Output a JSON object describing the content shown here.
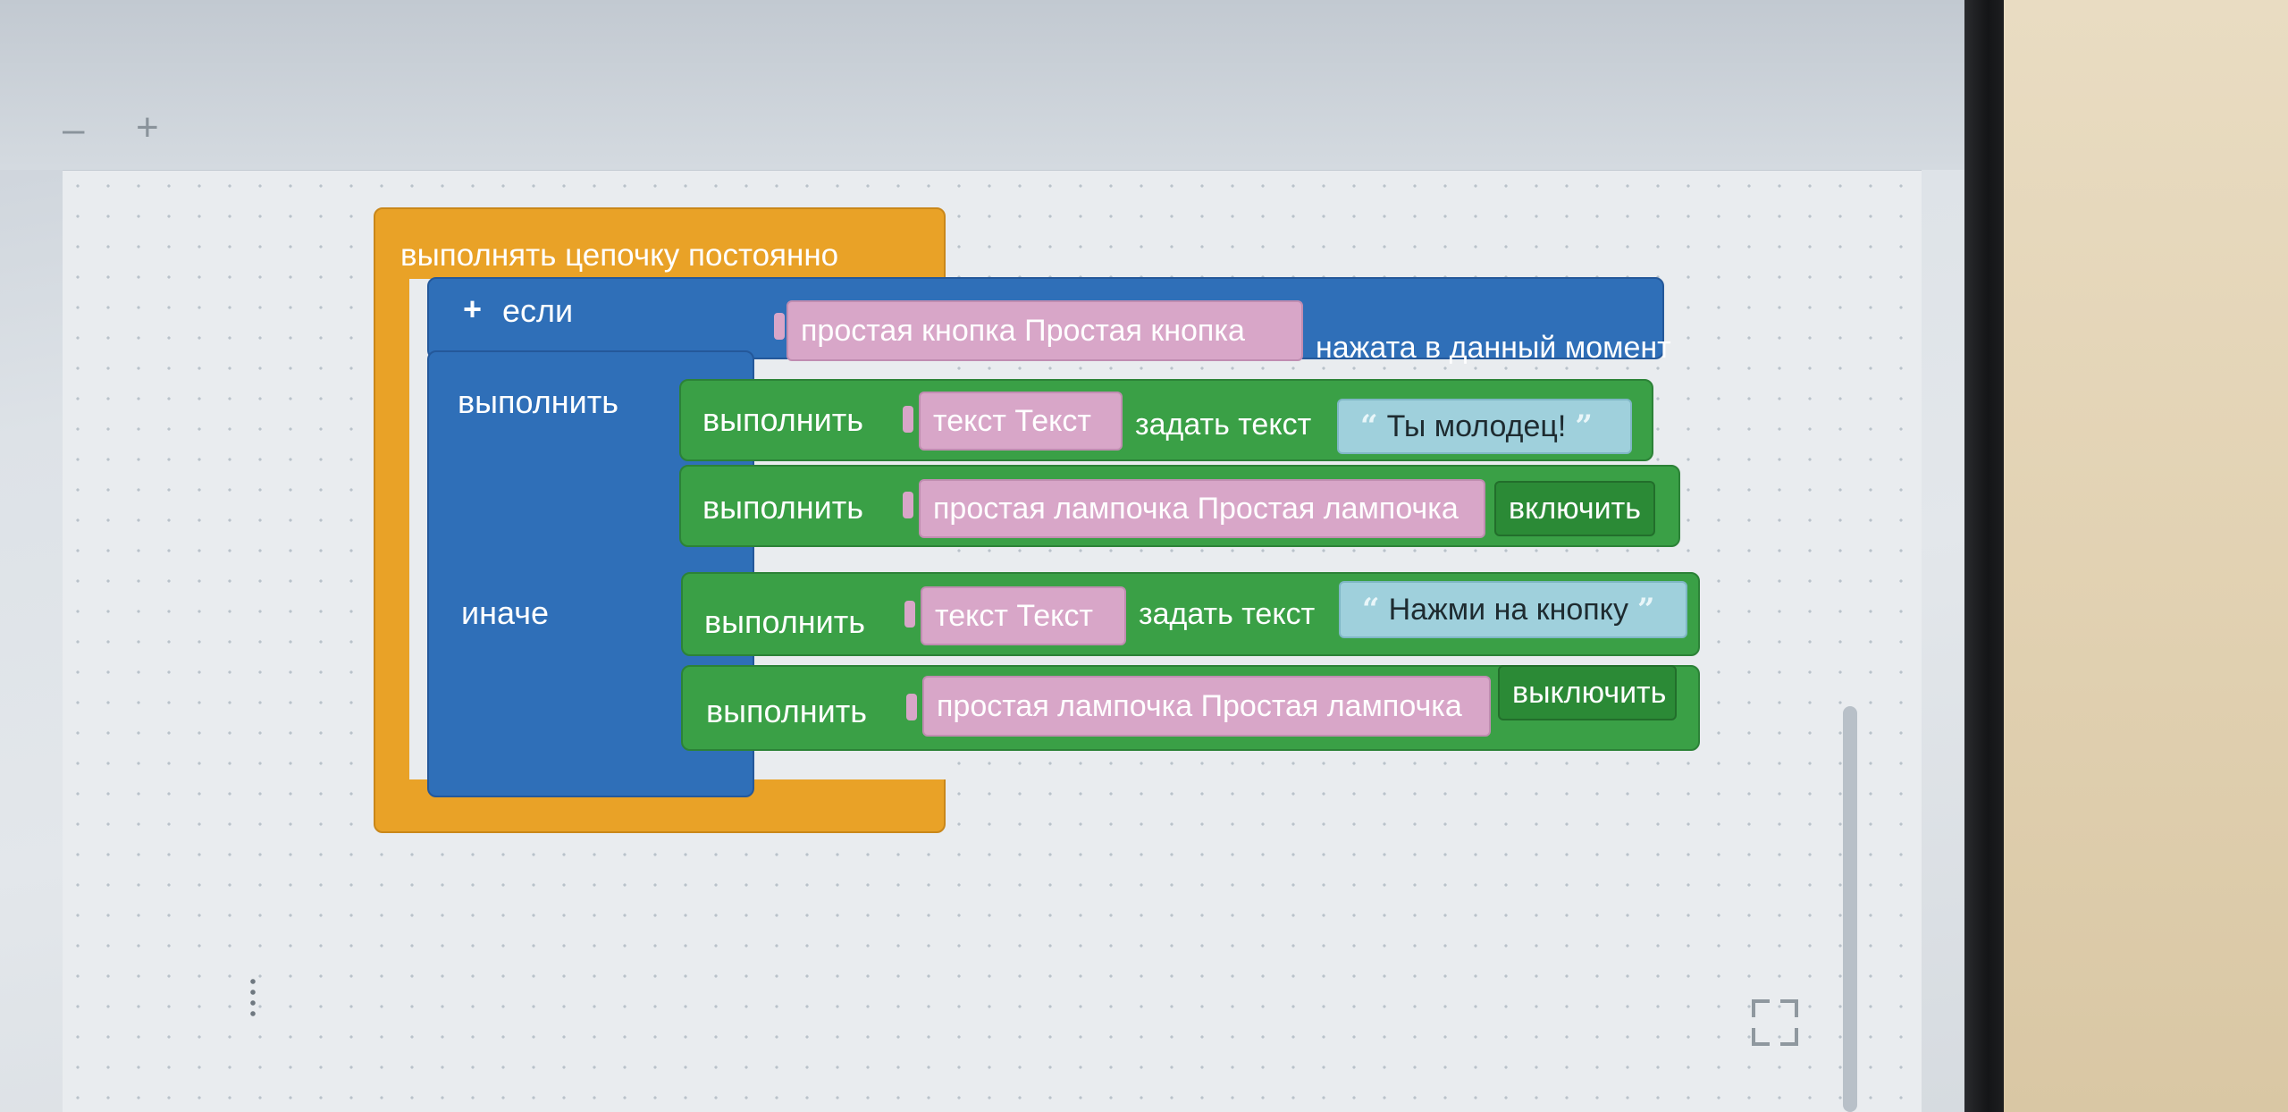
{
  "workspace": {
    "toolbar": {
      "minus_label": "–",
      "plus_label": "+",
      "back_label": "<"
    }
  },
  "program": {
    "loop_label": "выполнять цепочку постоянно",
    "if_block": {
      "plus_label": "+",
      "if_label": "если",
      "condition": {
        "component": "простая кнопка Простая кнопка",
        "suffix": "нажата в данный момент"
      },
      "then_label": "выполнить",
      "else_label": "иначе",
      "then_statements": [
        {
          "do_label": "выполнить",
          "component": "текст Текст",
          "action": "задать текст",
          "value": "Ты молодец!"
        },
        {
          "do_label": "выполнить",
          "component": "простая лампочка Простая лампочка",
          "action": "включить"
        }
      ],
      "else_statements": [
        {
          "do_label": "выполнить",
          "component": "текст Текст",
          "action": "задать текст",
          "value": "Нажми на кнопку"
        },
        {
          "do_label": "выполнить",
          "component": "простая лампочка Простая лампочка",
          "action": "выключить"
        }
      ]
    }
  },
  "colors": {
    "loop_block": "#e9a227",
    "if_block": "#2f6fb8",
    "action_block": "#3aa046",
    "component_pill": "#d8a6c8",
    "text_pill": "#9fd0dc"
  }
}
